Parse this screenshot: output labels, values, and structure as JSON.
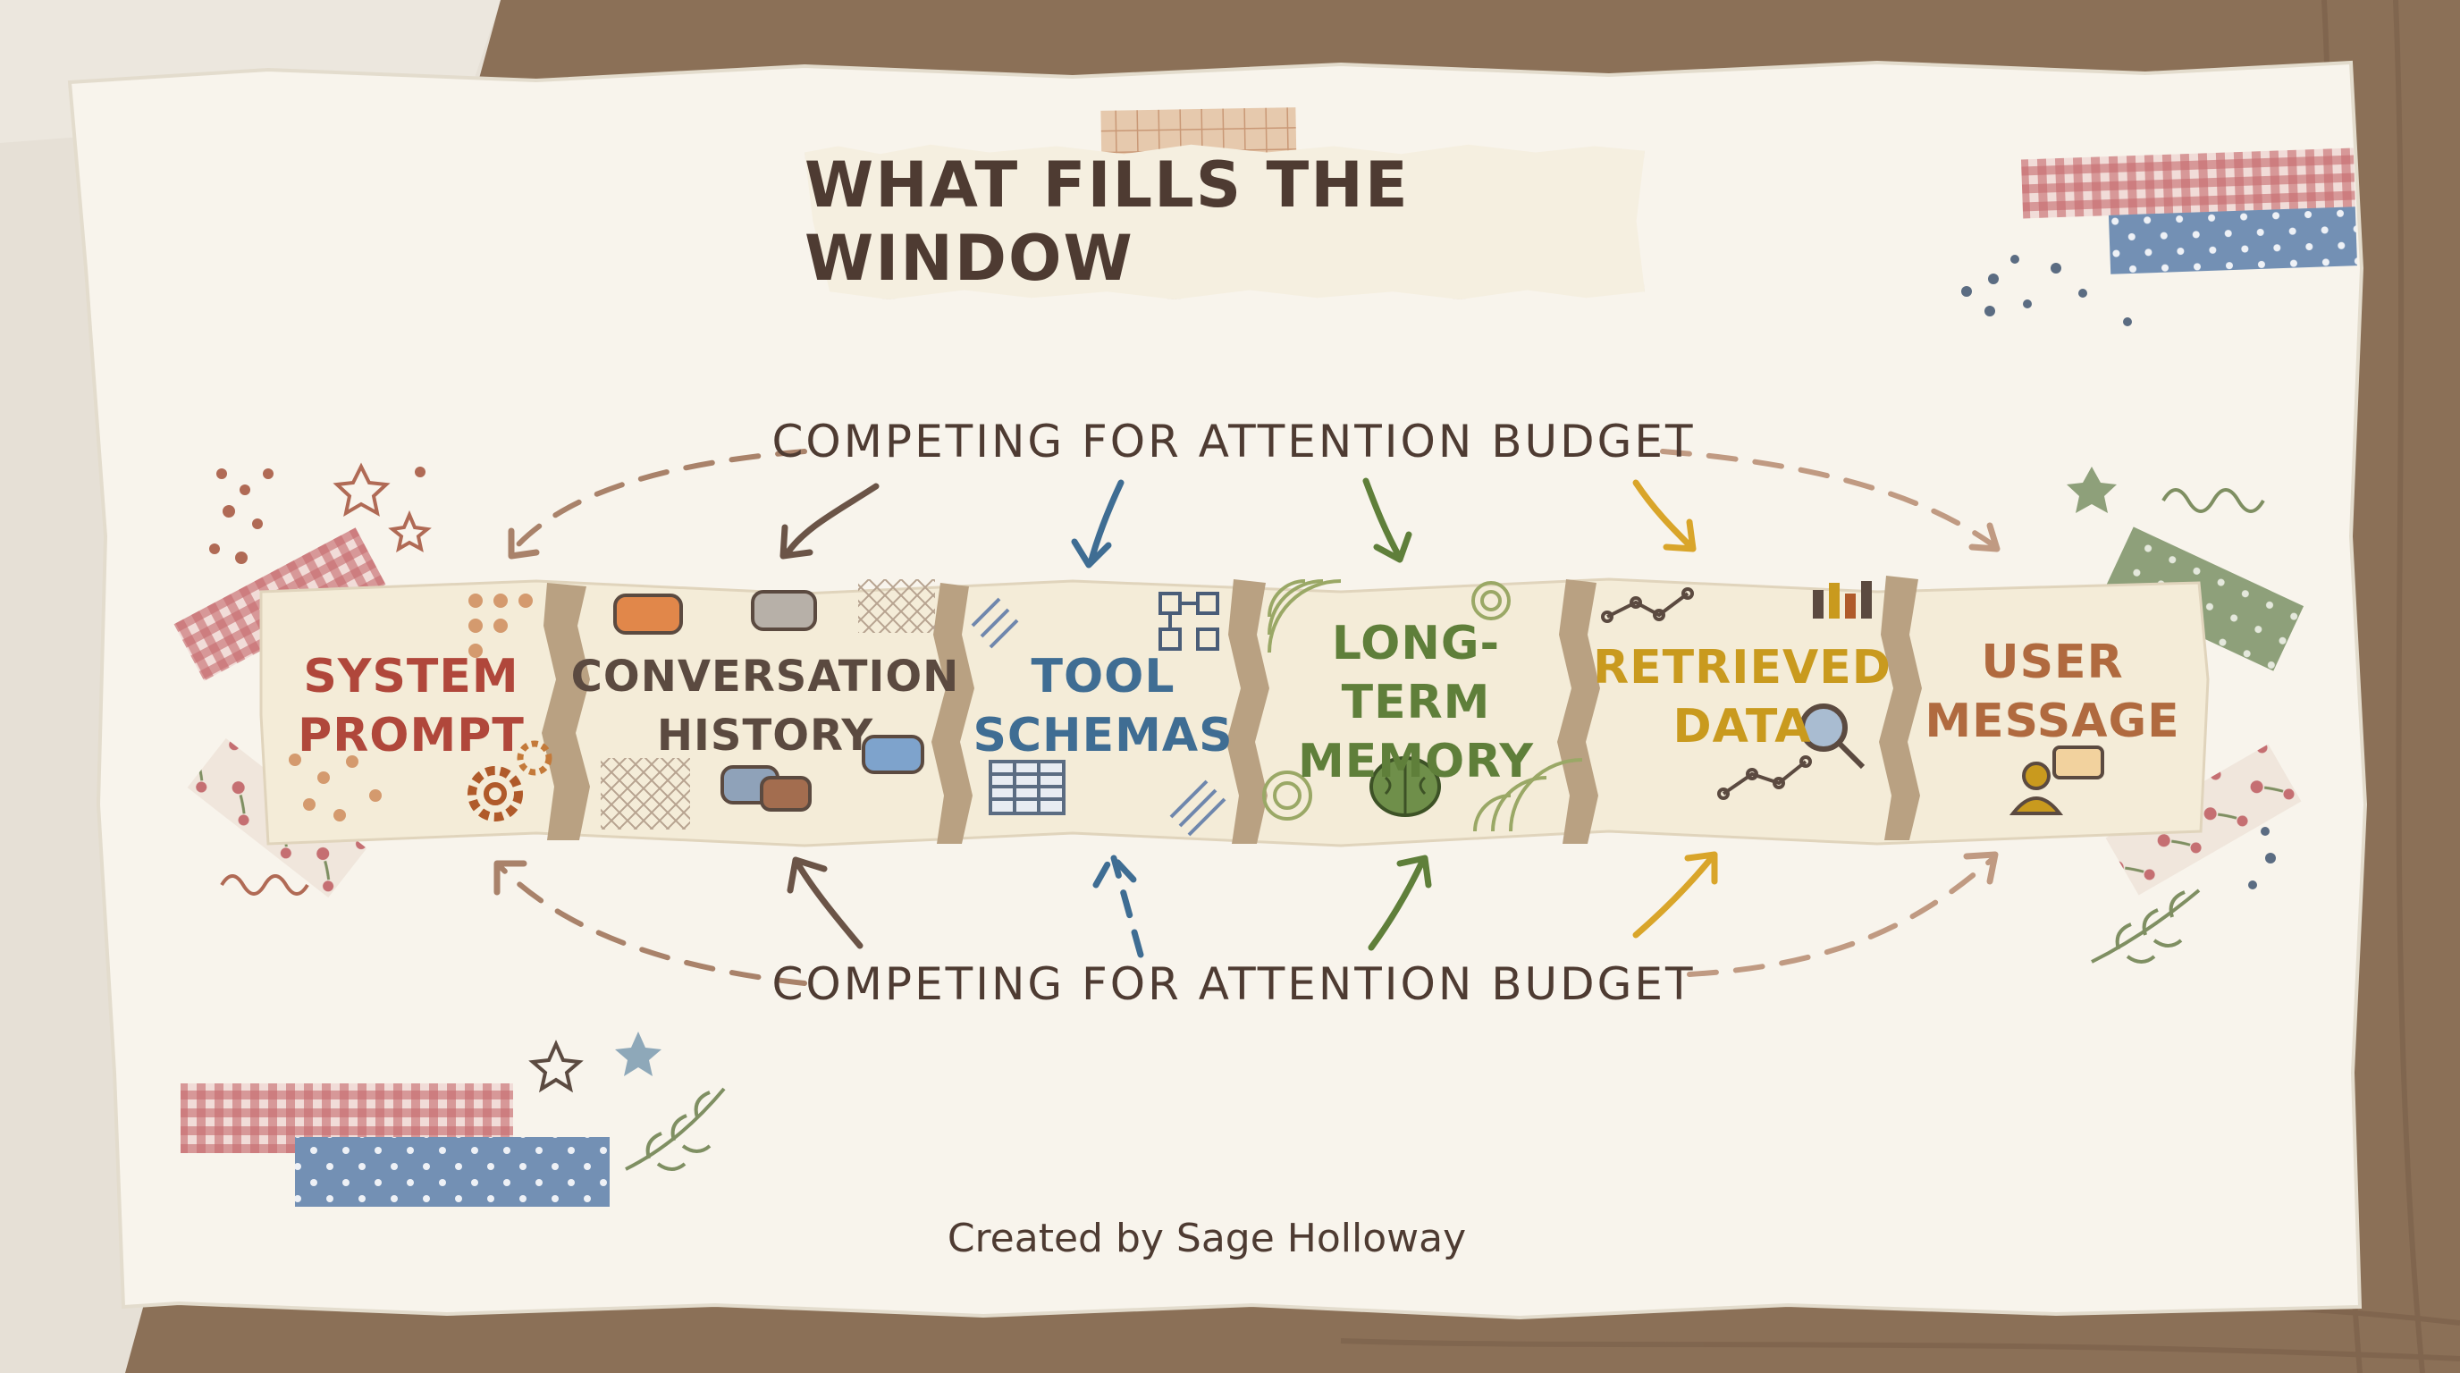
{
  "title": "WHAT FILLS THE WINDOW",
  "top_label": "COMPETING FOR ATTENTION BUDGET",
  "bottom_label": "COMPETING FOR ATTENTION BUDGET",
  "segments": [
    {
      "line1": "SYSTEM",
      "line2": "PROMPT",
      "color": "#b0473b"
    },
    {
      "line1": "CONVERSATION",
      "line2": "HISTORY",
      "color": "#5b4a40"
    },
    {
      "line1": "TOOL",
      "line2": "SCHEMAS",
      "color": "#3f6d93"
    },
    {
      "line1": "LONG-TERM",
      "line2": "MEMORY",
      "color": "#5f7f3a"
    },
    {
      "line1": "RETRIEVED",
      "line2": "DATA",
      "color": "#c99a1e"
    },
    {
      "line1": "USER",
      "line2": "MESSAGE",
      "color": "#b06a3f"
    }
  ],
  "credit": "Created by Sage Holloway",
  "colors": {
    "ink": "#4e3b32",
    "paper": "#f7f3ea",
    "strip": "#f4ecd8",
    "kraft": "#b9a182",
    "tape_red": "#b5444a",
    "tape_blue": "#6f87ad",
    "tape_green": "#8ea07a"
  }
}
